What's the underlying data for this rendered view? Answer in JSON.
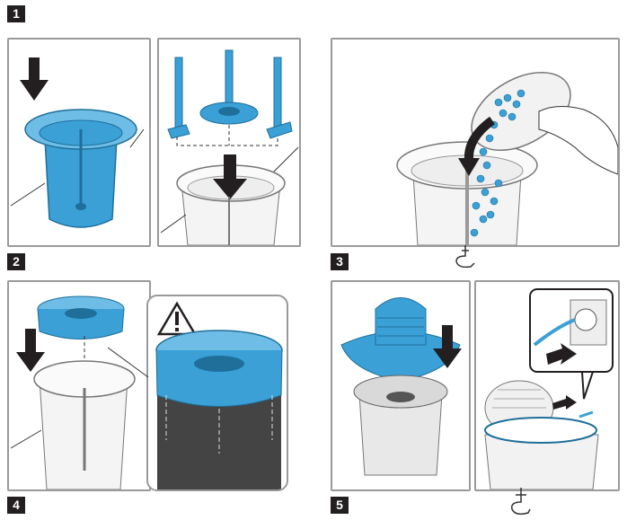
{
  "steps": {
    "s1": "1",
    "s2": "2",
    "s3": "3",
    "s4": "4",
    "s5": "5"
  },
  "colors": {
    "accent": "#3aa0d6",
    "accent_dark": "#1f6f9a",
    "frame": "#9a9a9a",
    "badge": "#231f20"
  },
  "icons": {
    "warning": "warning-triangle-icon"
  }
}
